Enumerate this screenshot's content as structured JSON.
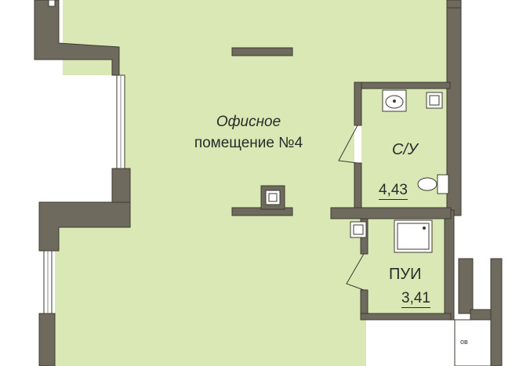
{
  "rooms": {
    "office": {
      "name_line1": "Офисное",
      "name_line2": "помещение №4"
    },
    "wc": {
      "name": "С/У",
      "area": "4,43"
    },
    "utility": {
      "name": "ПУИ",
      "area": "3,41"
    }
  },
  "tags": {
    "ov": "ов"
  },
  "colors": {
    "floor": "#d9e8b4",
    "wall": "#6f6a5e",
    "wall_outline": "#3e3a32",
    "window": "#ffffff",
    "fixture": "#ffffff"
  }
}
